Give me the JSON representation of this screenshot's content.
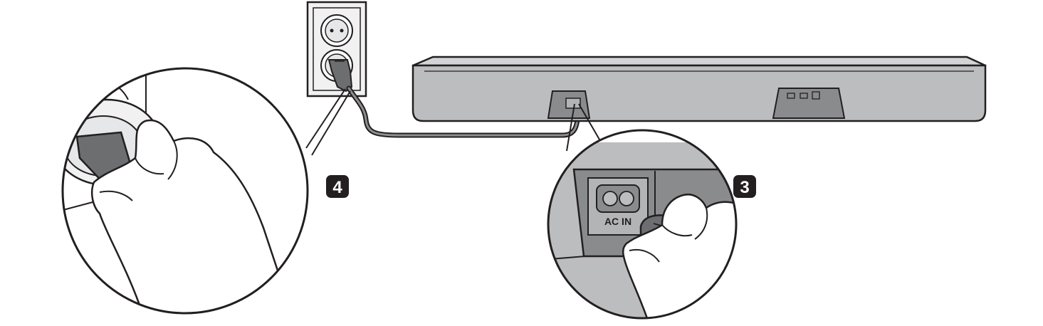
{
  "steps": {
    "step_3": "3",
    "step_4": "4"
  },
  "port_label": "AC IN",
  "colors": {
    "outline": "#231f20",
    "soundbar_fill": "#bcbdbe",
    "soundbar_top": "#d3d4d5",
    "soundbar_shadow": "#8d8e90",
    "panel_fill": "#8a8b8d",
    "port_fill": "#b3b4b6",
    "cord_fill": "#6d6e70",
    "plug_fill": "#6d6e70",
    "outlet_fill": "#f1f1f2",
    "badge_fill": "#231f20",
    "badge_text": "#ffffff"
  }
}
